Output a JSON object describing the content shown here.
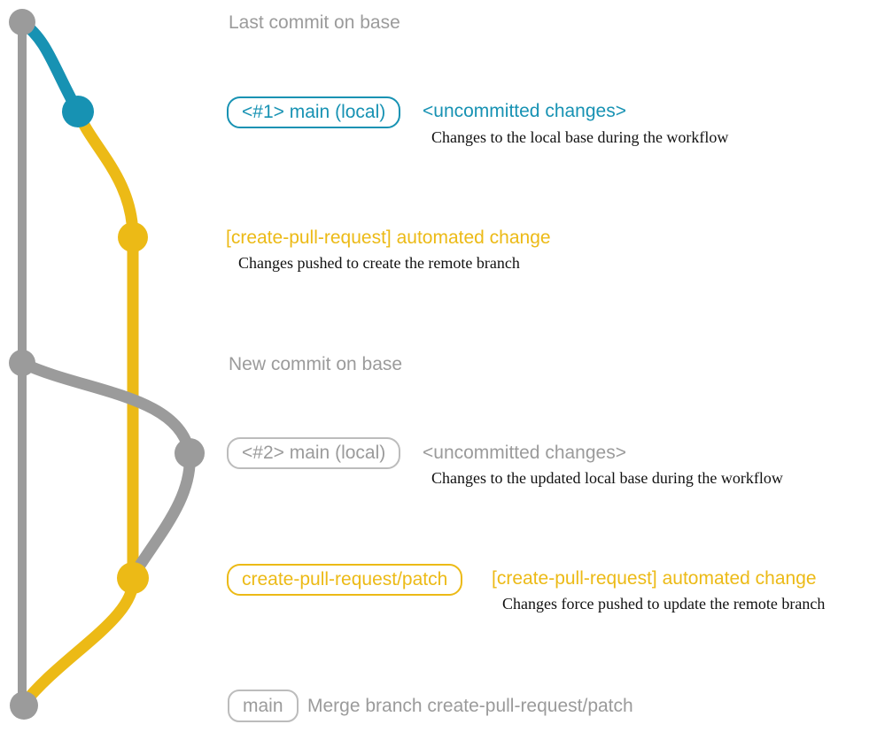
{
  "colors": {
    "base_gray": "#9b9b9b",
    "gray_badge_border": "#bcbcbc",
    "blue": "#1792b3",
    "yellow": "#ecba16",
    "description_black": "#111111"
  },
  "graph": {
    "branches": [
      {
        "name": "base",
        "color": "#9b9b9b"
      },
      {
        "name": "main (local)",
        "color": "#1792b3"
      },
      {
        "name": "create-pull-request/patch",
        "color": "#ecba16"
      }
    ],
    "commits": [
      {
        "branch": "base",
        "label": "Last commit on base"
      },
      {
        "branch": "main (local)",
        "label": "<#1> main (local) <uncommitted changes>"
      },
      {
        "branch": "create-pull-request/patch",
        "label": "[create-pull-request] automated change"
      },
      {
        "branch": "base",
        "label": "New commit on base"
      },
      {
        "branch": "main (local)",
        "label": "<#2> main (local) <uncommitted changes>"
      },
      {
        "branch": "create-pull-request/patch",
        "label": "create-pull-request/patch [create-pull-request] automated change"
      },
      {
        "branch": "base",
        "label": "main — Merge branch create-pull-request/patch"
      }
    ]
  },
  "annotations": {
    "last_commit": "Last commit on base",
    "new_commit": "New commit on base"
  },
  "row1": {
    "badge": "<#1> main (local)",
    "heading": "<uncommitted changes>",
    "description": "Changes to the local base during the workflow"
  },
  "row2": {
    "heading": "[create-pull-request] automated change",
    "description": "Changes pushed to create the remote branch"
  },
  "row4": {
    "badge": "<#2> main (local)",
    "heading": "<uncommitted changes>",
    "description": "Changes to the updated local base during the workflow"
  },
  "row5": {
    "badge": "create-pull-request/patch",
    "heading": "[create-pull-request] automated change",
    "description": "Changes force pushed to update the remote branch"
  },
  "row6": {
    "badge": "main",
    "heading": "Merge branch create-pull-request/patch"
  }
}
